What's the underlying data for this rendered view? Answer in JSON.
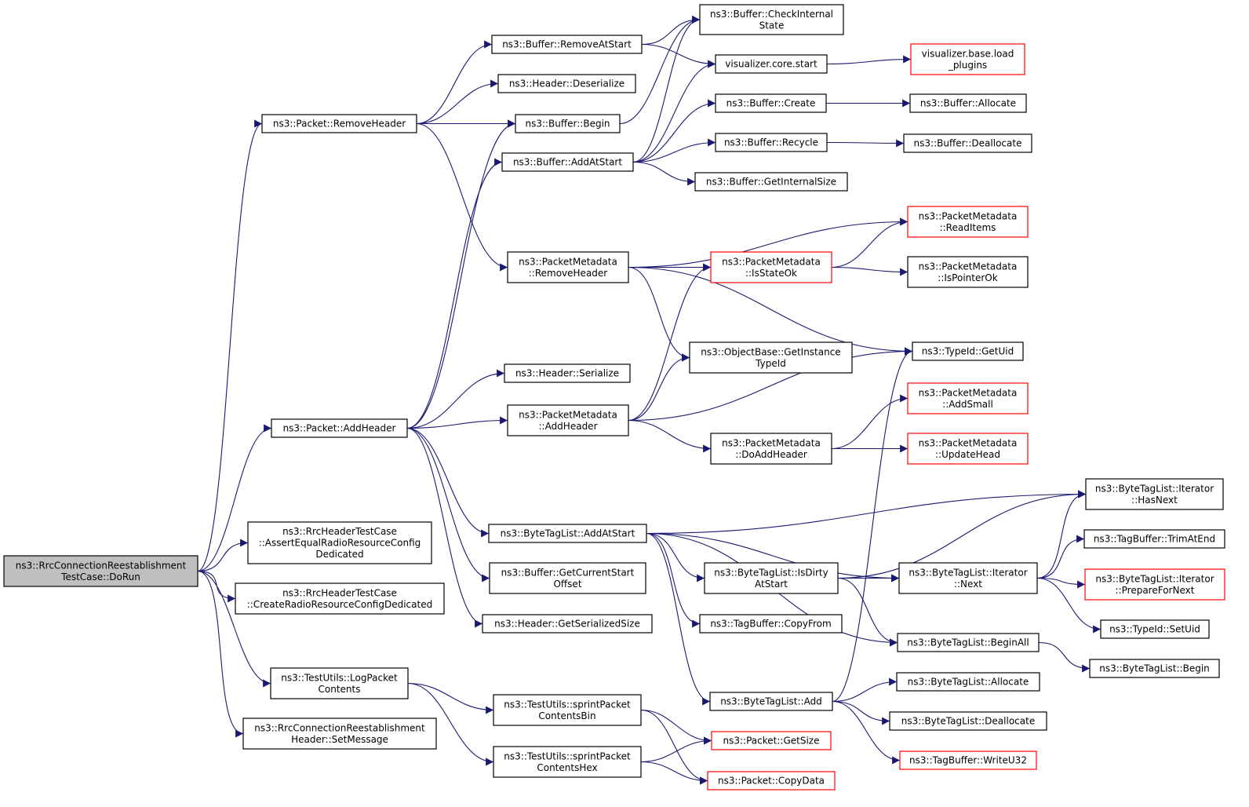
{
  "colors": {
    "edge": "#191970",
    "root_fill": "#bfbfbf",
    "red_border": "#ff0000",
    "box_border": "#000000"
  },
  "nodes": {
    "doRun": {
      "lines": [
        "ns3::RrcConnectionReestablishment",
        "TestCase::DoRun"
      ],
      "style": "root"
    },
    "removeHeader": {
      "lines": [
        "ns3::Packet::RemoveHeader"
      ]
    },
    "addHeader": {
      "lines": [
        "ns3::Packet::AddHeader"
      ]
    },
    "assertEqual": {
      "lines": [
        "ns3::RrcHeaderTestCase",
        "::AssertEqualRadioResourceConfig",
        "Dedicated"
      ]
    },
    "createRadio": {
      "lines": [
        "ns3::RrcHeaderTestCase",
        "::CreateRadioResourceConfigDedicated"
      ]
    },
    "logPacket": {
      "lines": [
        "ns3::TestUtils::LogPacket",
        "Contents"
      ]
    },
    "setMessage": {
      "lines": [
        "ns3::RrcConnectionReestablishment",
        "Header::SetMessage"
      ]
    },
    "removeAtStart": {
      "lines": [
        "ns3::Buffer::RemoveAtStart"
      ]
    },
    "headerDeserialize": {
      "lines": [
        "ns3::Header::Deserialize"
      ]
    },
    "bufferBegin": {
      "lines": [
        "ns3::Buffer::Begin"
      ]
    },
    "addAtStart": {
      "lines": [
        "ns3::Buffer::AddAtStart"
      ]
    },
    "pmRemoveHeader": {
      "lines": [
        "ns3::PacketMetadata",
        "::RemoveHeader"
      ]
    },
    "headerSerialize": {
      "lines": [
        "ns3::Header::Serialize"
      ]
    },
    "pmAddHeader": {
      "lines": [
        "ns3::PacketMetadata",
        "::AddHeader"
      ]
    },
    "btlAddAtStart": {
      "lines": [
        "ns3::ByteTagList::AddAtStart"
      ]
    },
    "getCurrentStart": {
      "lines": [
        "ns3::Buffer::GetCurrentStart",
        "Offset"
      ]
    },
    "getSerializedSize": {
      "lines": [
        "ns3::Header::GetSerializedSize"
      ]
    },
    "sprintBin": {
      "lines": [
        "ns3::TestUtils::sprintPacket",
        "ContentsBin"
      ]
    },
    "sprintHex": {
      "lines": [
        "ns3::TestUtils::sprintPacket",
        "ContentsHex"
      ]
    },
    "checkInternal": {
      "lines": [
        "ns3::Buffer::CheckInternal",
        "State"
      ]
    },
    "vizCoreStart": {
      "lines": [
        "visualizer.core.start"
      ]
    },
    "bufferCreate": {
      "lines": [
        "ns3::Buffer::Create"
      ]
    },
    "bufferRecycle": {
      "lines": [
        "ns3::Buffer::Recycle"
      ]
    },
    "getInternalSize": {
      "lines": [
        "ns3::Buffer::GetInternalSize"
      ]
    },
    "pmIsStateOk": {
      "lines": [
        "ns3::PacketMetadata",
        "::IsStateOk"
      ],
      "style": "red"
    },
    "getInstanceTypeId": {
      "lines": [
        "ns3::ObjectBase::GetInstance",
        "TypeId"
      ]
    },
    "pmDoAddHeader": {
      "lines": [
        "ns3::PacketMetadata",
        "::DoAddHeader"
      ]
    },
    "btlIsDirty": {
      "lines": [
        "ns3::ByteTagList::IsDirty",
        "AtStart"
      ]
    },
    "tbCopyFrom": {
      "lines": [
        "ns3::TagBuffer::CopyFrom"
      ]
    },
    "btlAdd": {
      "lines": [
        "ns3::ByteTagList::Add"
      ]
    },
    "packetGetSize": {
      "lines": [
        "ns3::Packet::GetSize"
      ],
      "style": "red"
    },
    "packetCopyData": {
      "lines": [
        "ns3::Packet::CopyData"
      ],
      "style": "red"
    },
    "vizLoadPlugins": {
      "lines": [
        "visualizer.base.load",
        "_plugins"
      ],
      "style": "red"
    },
    "bufferAllocate": {
      "lines": [
        "ns3::Buffer::Allocate"
      ]
    },
    "bufferDeallocate": {
      "lines": [
        "ns3::Buffer::Deallocate"
      ]
    },
    "pmReadItems": {
      "lines": [
        "ns3::PacketMetadata",
        "::ReadItems"
      ],
      "style": "red"
    },
    "pmIsPointerOk": {
      "lines": [
        "ns3::PacketMetadata",
        "::IsPointerOk"
      ]
    },
    "typeIdGetUid": {
      "lines": [
        "ns3::TypeId::GetUid"
      ]
    },
    "pmAddSmall": {
      "lines": [
        "ns3::PacketMetadata",
        "::AddSmall"
      ],
      "style": "red"
    },
    "pmUpdateHead": {
      "lines": [
        "ns3::PacketMetadata",
        "::UpdateHead"
      ],
      "style": "red"
    },
    "iterNext": {
      "lines": [
        "ns3::ByteTagList::Iterator",
        "::Next"
      ]
    },
    "btlBeginAll": {
      "lines": [
        "ns3::ByteTagList::BeginAll"
      ]
    },
    "btlAllocate": {
      "lines": [
        "ns3::ByteTagList::Allocate"
      ]
    },
    "btlDeallocate": {
      "lines": [
        "ns3::ByteTagList::Deallocate"
      ]
    },
    "tbWriteU32": {
      "lines": [
        "ns3::TagBuffer::WriteU32"
      ],
      "style": "red"
    },
    "iterHasNext": {
      "lines": [
        "ns3::ByteTagList::Iterator",
        "::HasNext"
      ]
    },
    "tbTrimAtEnd": {
      "lines": [
        "ns3::TagBuffer::TrimAtEnd"
      ]
    },
    "iterPrepare": {
      "lines": [
        "ns3::ByteTagList::Iterator",
        "::PrepareForNext"
      ],
      "style": "red"
    },
    "typeIdSetUid": {
      "lines": [
        "ns3::TypeId::SetUid"
      ]
    },
    "btlBegin": {
      "lines": [
        "ns3::ByteTagList::Begin"
      ]
    }
  },
  "edges": [
    [
      "doRun",
      "removeHeader"
    ],
    [
      "doRun",
      "addHeader"
    ],
    [
      "doRun",
      "assertEqual"
    ],
    [
      "doRun",
      "createRadio"
    ],
    [
      "doRun",
      "logPacket"
    ],
    [
      "doRun",
      "setMessage"
    ],
    [
      "removeHeader",
      "removeAtStart"
    ],
    [
      "removeHeader",
      "headerDeserialize"
    ],
    [
      "removeHeader",
      "bufferBegin"
    ],
    [
      "removeHeader",
      "pmRemoveHeader"
    ],
    [
      "removeAtStart",
      "checkInternal"
    ],
    [
      "removeAtStart",
      "vizCoreStart"
    ],
    [
      "bufferBegin",
      "checkInternal"
    ],
    [
      "addAtStart",
      "checkInternal"
    ],
    [
      "addAtStart",
      "vizCoreStart"
    ],
    [
      "addAtStart",
      "bufferCreate"
    ],
    [
      "addAtStart",
      "bufferRecycle"
    ],
    [
      "addAtStart",
      "getInternalSize"
    ],
    [
      "vizCoreStart",
      "vizLoadPlugins"
    ],
    [
      "bufferCreate",
      "bufferAllocate"
    ],
    [
      "bufferRecycle",
      "bufferDeallocate"
    ],
    [
      "pmRemoveHeader",
      "pmReadItems"
    ],
    [
      "pmRemoveHeader",
      "pmIsStateOk"
    ],
    [
      "pmRemoveHeader",
      "getInstanceTypeId"
    ],
    [
      "pmRemoveHeader",
      "typeIdGetUid"
    ],
    [
      "pmIsStateOk",
      "pmReadItems"
    ],
    [
      "pmIsStateOk",
      "pmIsPointerOk"
    ],
    [
      "addHeader",
      "bufferBegin"
    ],
    [
      "addHeader",
      "addAtStart"
    ],
    [
      "addHeader",
      "headerSerialize"
    ],
    [
      "addHeader",
      "pmAddHeader"
    ],
    [
      "addHeader",
      "btlAddAtStart"
    ],
    [
      "addHeader",
      "getCurrentStart"
    ],
    [
      "addHeader",
      "getSerializedSize"
    ],
    [
      "pmAddHeader",
      "pmIsStateOk"
    ],
    [
      "pmAddHeader",
      "getInstanceTypeId"
    ],
    [
      "pmAddHeader",
      "typeIdGetUid"
    ],
    [
      "pmAddHeader",
      "pmDoAddHeader"
    ],
    [
      "pmDoAddHeader",
      "pmAddSmall"
    ],
    [
      "pmDoAddHeader",
      "pmUpdateHead"
    ],
    [
      "btlAddAtStart",
      "iterHasNext"
    ],
    [
      "btlAddAtStart",
      "iterNext"
    ],
    [
      "btlAddAtStart",
      "btlIsDirty"
    ],
    [
      "btlAddAtStart",
      "tbCopyFrom"
    ],
    [
      "btlAddAtStart",
      "btlBeginAll"
    ],
    [
      "btlAddAtStart",
      "btlAdd"
    ],
    [
      "btlIsDirty",
      "iterHasNext"
    ],
    [
      "btlIsDirty",
      "iterNext"
    ],
    [
      "btlIsDirty",
      "btlBeginAll"
    ],
    [
      "iterNext",
      "iterHasNext"
    ],
    [
      "iterNext",
      "tbTrimAtEnd"
    ],
    [
      "iterNext",
      "iterPrepare"
    ],
    [
      "iterNext",
      "typeIdSetUid"
    ],
    [
      "btlBeginAll",
      "btlBegin"
    ],
    [
      "btlAdd",
      "typeIdGetUid"
    ],
    [
      "btlAdd",
      "btlAllocate"
    ],
    [
      "btlAdd",
      "btlDeallocate"
    ],
    [
      "btlAdd",
      "tbWriteU32"
    ],
    [
      "logPacket",
      "sprintBin"
    ],
    [
      "logPacket",
      "sprintHex"
    ],
    [
      "sprintBin",
      "packetGetSize"
    ],
    [
      "sprintBin",
      "packetCopyData"
    ],
    [
      "sprintHex",
      "packetGetSize"
    ],
    [
      "sprintHex",
      "packetCopyData"
    ]
  ]
}
